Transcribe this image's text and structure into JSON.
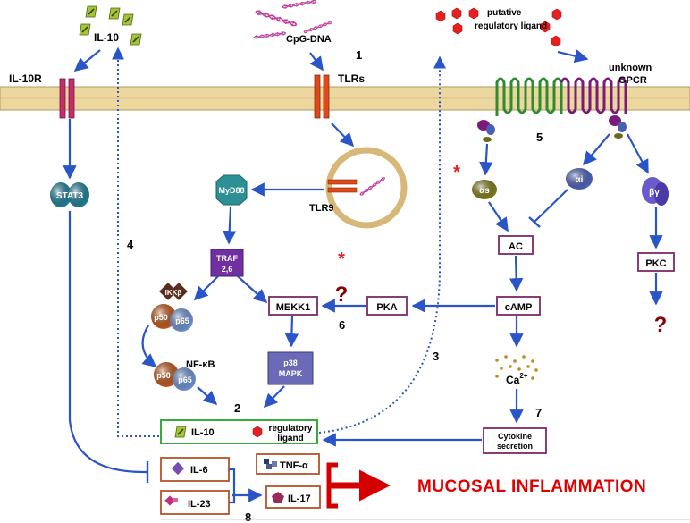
{
  "labels": {
    "il10_top": "IL-10",
    "cpg": "CpG-DNA",
    "putative_line1": "putative",
    "putative_line2": "regulatory ligand",
    "num1": "1",
    "il10r": "IL-10R",
    "tlrs": "TLRs",
    "unknown_line1": "unknown",
    "unknown_line2": "GPCR",
    "num5": "5",
    "stat3": "STAT3",
    "myd88": "MyD88",
    "tlr9": "TLR9",
    "alpha_s": "αs",
    "alpha_i": "αi",
    "beta_gamma": "βγ",
    "num4": "4",
    "traf_line1": "TRAF",
    "traf_line2": "2,6",
    "ac": "AC",
    "ikkb": "IKKβ",
    "p50": "p50",
    "p65": "p65",
    "mekk1": "MEKK1",
    "pka": "PKA",
    "camp": "cAMP",
    "pkc": "PKC",
    "num6": "6",
    "question": "?",
    "nfkb": "NF-κB",
    "p38_line1": "p38",
    "p38_line2": "MAPK",
    "num3": "3",
    "ca": "Ca",
    "ca_sup": "2+",
    "num2": "2",
    "num7": "7",
    "box_il10": "IL-10",
    "box_reg_line1": "regulatory",
    "box_reg_line2": "ligand",
    "cyto_line1": "Cytokine",
    "cyto_line2": "secretion",
    "il6": "IL-6",
    "tnfa": "TNF-α",
    "il23": "IL-23",
    "il17": "IL-17",
    "num8": "8",
    "mucosal": "MUCOSAL INFLAMMATION"
  },
  "colors": {
    "arrow": "#2a55c8",
    "membrane_fill": "#ecd89f",
    "membrane_line": "#b39a5c",
    "box_border_purple": "#7a2a6a",
    "box_border_brown": "#b4532a",
    "box_border_green": "#3aaa3a",
    "inflammation_red": "#e00000",
    "question_red": "#8b0000",
    "stat3": "#1d7b92",
    "myd88": "#2e8f94",
    "traf": "#7030a0",
    "p38": "#6a6ab6",
    "ikk": "#5a2e1e",
    "p50": "#b8551c",
    "p65": "#6a8cc8",
    "alpha_s": "#7a7a1a",
    "alpha_i": "#4a5fb0",
    "bg": "#6a5acd",
    "gpcr_green": "#2e8b2e",
    "gpcr_purple": "#7a1a7a",
    "tlr_red": "#e04a1a",
    "il10r_pink": "#c0306a",
    "ligand_red": "#e62020",
    "il10_icon_green": "#a8c23a",
    "cpg_pink": "#c040a0"
  },
  "icons": [
    "il10-molecule-icon",
    "cpg-dna-helix-icon",
    "regulatory-ligand-hexagon-icon",
    "gpcr-receptor-icon",
    "g-protein-icon",
    "asterisk-icon",
    "calcium-dots-icon",
    "pentagon-icon",
    "diamond-icon"
  ]
}
